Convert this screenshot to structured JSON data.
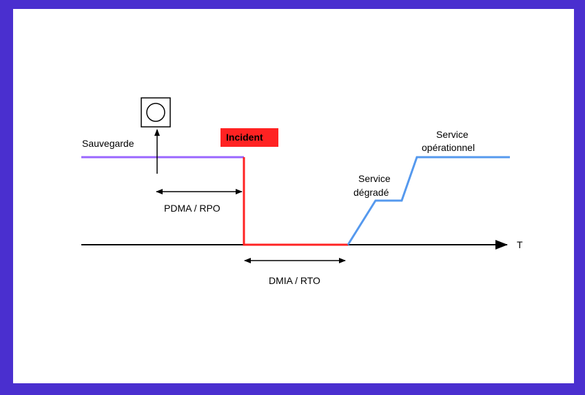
{
  "colors": {
    "frame": "#4a2fcf",
    "background": "#ffffff",
    "backup_line": "#9966ff",
    "incident_line": "#ff2222",
    "incident_badge": "#ff2222",
    "recovery_line": "#5599ee",
    "axis": "#000000"
  },
  "labels": {
    "sauvegarde": "Sauvegarde",
    "incident": "Incident",
    "pdma_rpo": "PDMA / RPO",
    "dmia_rto": "DMIA / RTO",
    "time_axis": "T",
    "service_degrade_1": "Service",
    "service_degrade_2": "dégradé",
    "service_operationnel_1": "Service",
    "service_operationnel_2": "opérationnel"
  },
  "icons": {
    "backup": "backup-disk-icon"
  }
}
